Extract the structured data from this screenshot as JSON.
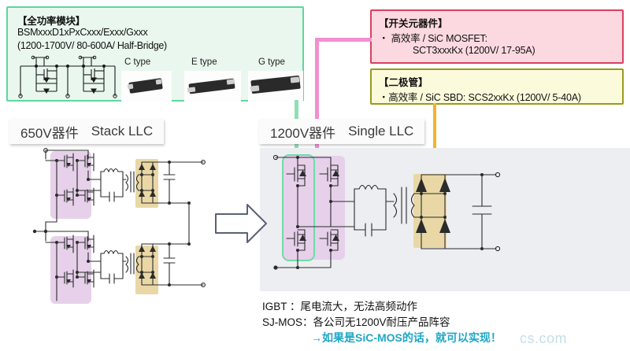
{
  "module_box": {
    "title": "【全功率模块】",
    "part_number": "BSMxxxD1xPxCxxx/Exxx/Gxxx",
    "rating": "(1200-1700V/ 80-600A/ Half-Bridge)",
    "border_color": "#5ed6a0",
    "fill_color": "#e9f7ee",
    "packages": [
      {
        "label": "C type"
      },
      {
        "label": "E type"
      },
      {
        "label": "G type"
      }
    ]
  },
  "switch_box": {
    "title": "【开关元器件】",
    "line1": "・ 高效率 / SiC MOSFET:",
    "line2": "SCT3xxxKx (1200V/ 17-95A)",
    "border_color": "#d94060",
    "fill_color": "#fcd9e0"
  },
  "diode_box": {
    "title": "【二极管】",
    "line1": "・高效率 / SiC SBD: SCS2xxKx (1200V/ 5-40A)",
    "border_color": "#9a9a1e",
    "fill_color": "#fbfbdc"
  },
  "left_section": {
    "voltage_label": "650V器件",
    "topology_label": "Stack LLC"
  },
  "right_section": {
    "voltage_label": "1200V器件",
    "topology_label": "Single LLC"
  },
  "notes": {
    "igbt": "IGBT  ：尾电流大，无法高频动作",
    "sjmos": "SJ-MOS：各公司无1200V耐压产品阵容",
    "conclusion": "→如果是SiC-MOS的话，就可以实现！",
    "conclusion_color": "#1fa8c6",
    "watermark": "cs.com"
  },
  "connectors": {
    "green_color": "#8ee0b4",
    "pink_color": "#f28fd2",
    "yellow_color": "#f0b429"
  },
  "highlights": {
    "mosfet_group_color": "#e6d0ea",
    "diode_group_color": "#e9d8a6",
    "module_outline_color": "#6fdca6"
  }
}
